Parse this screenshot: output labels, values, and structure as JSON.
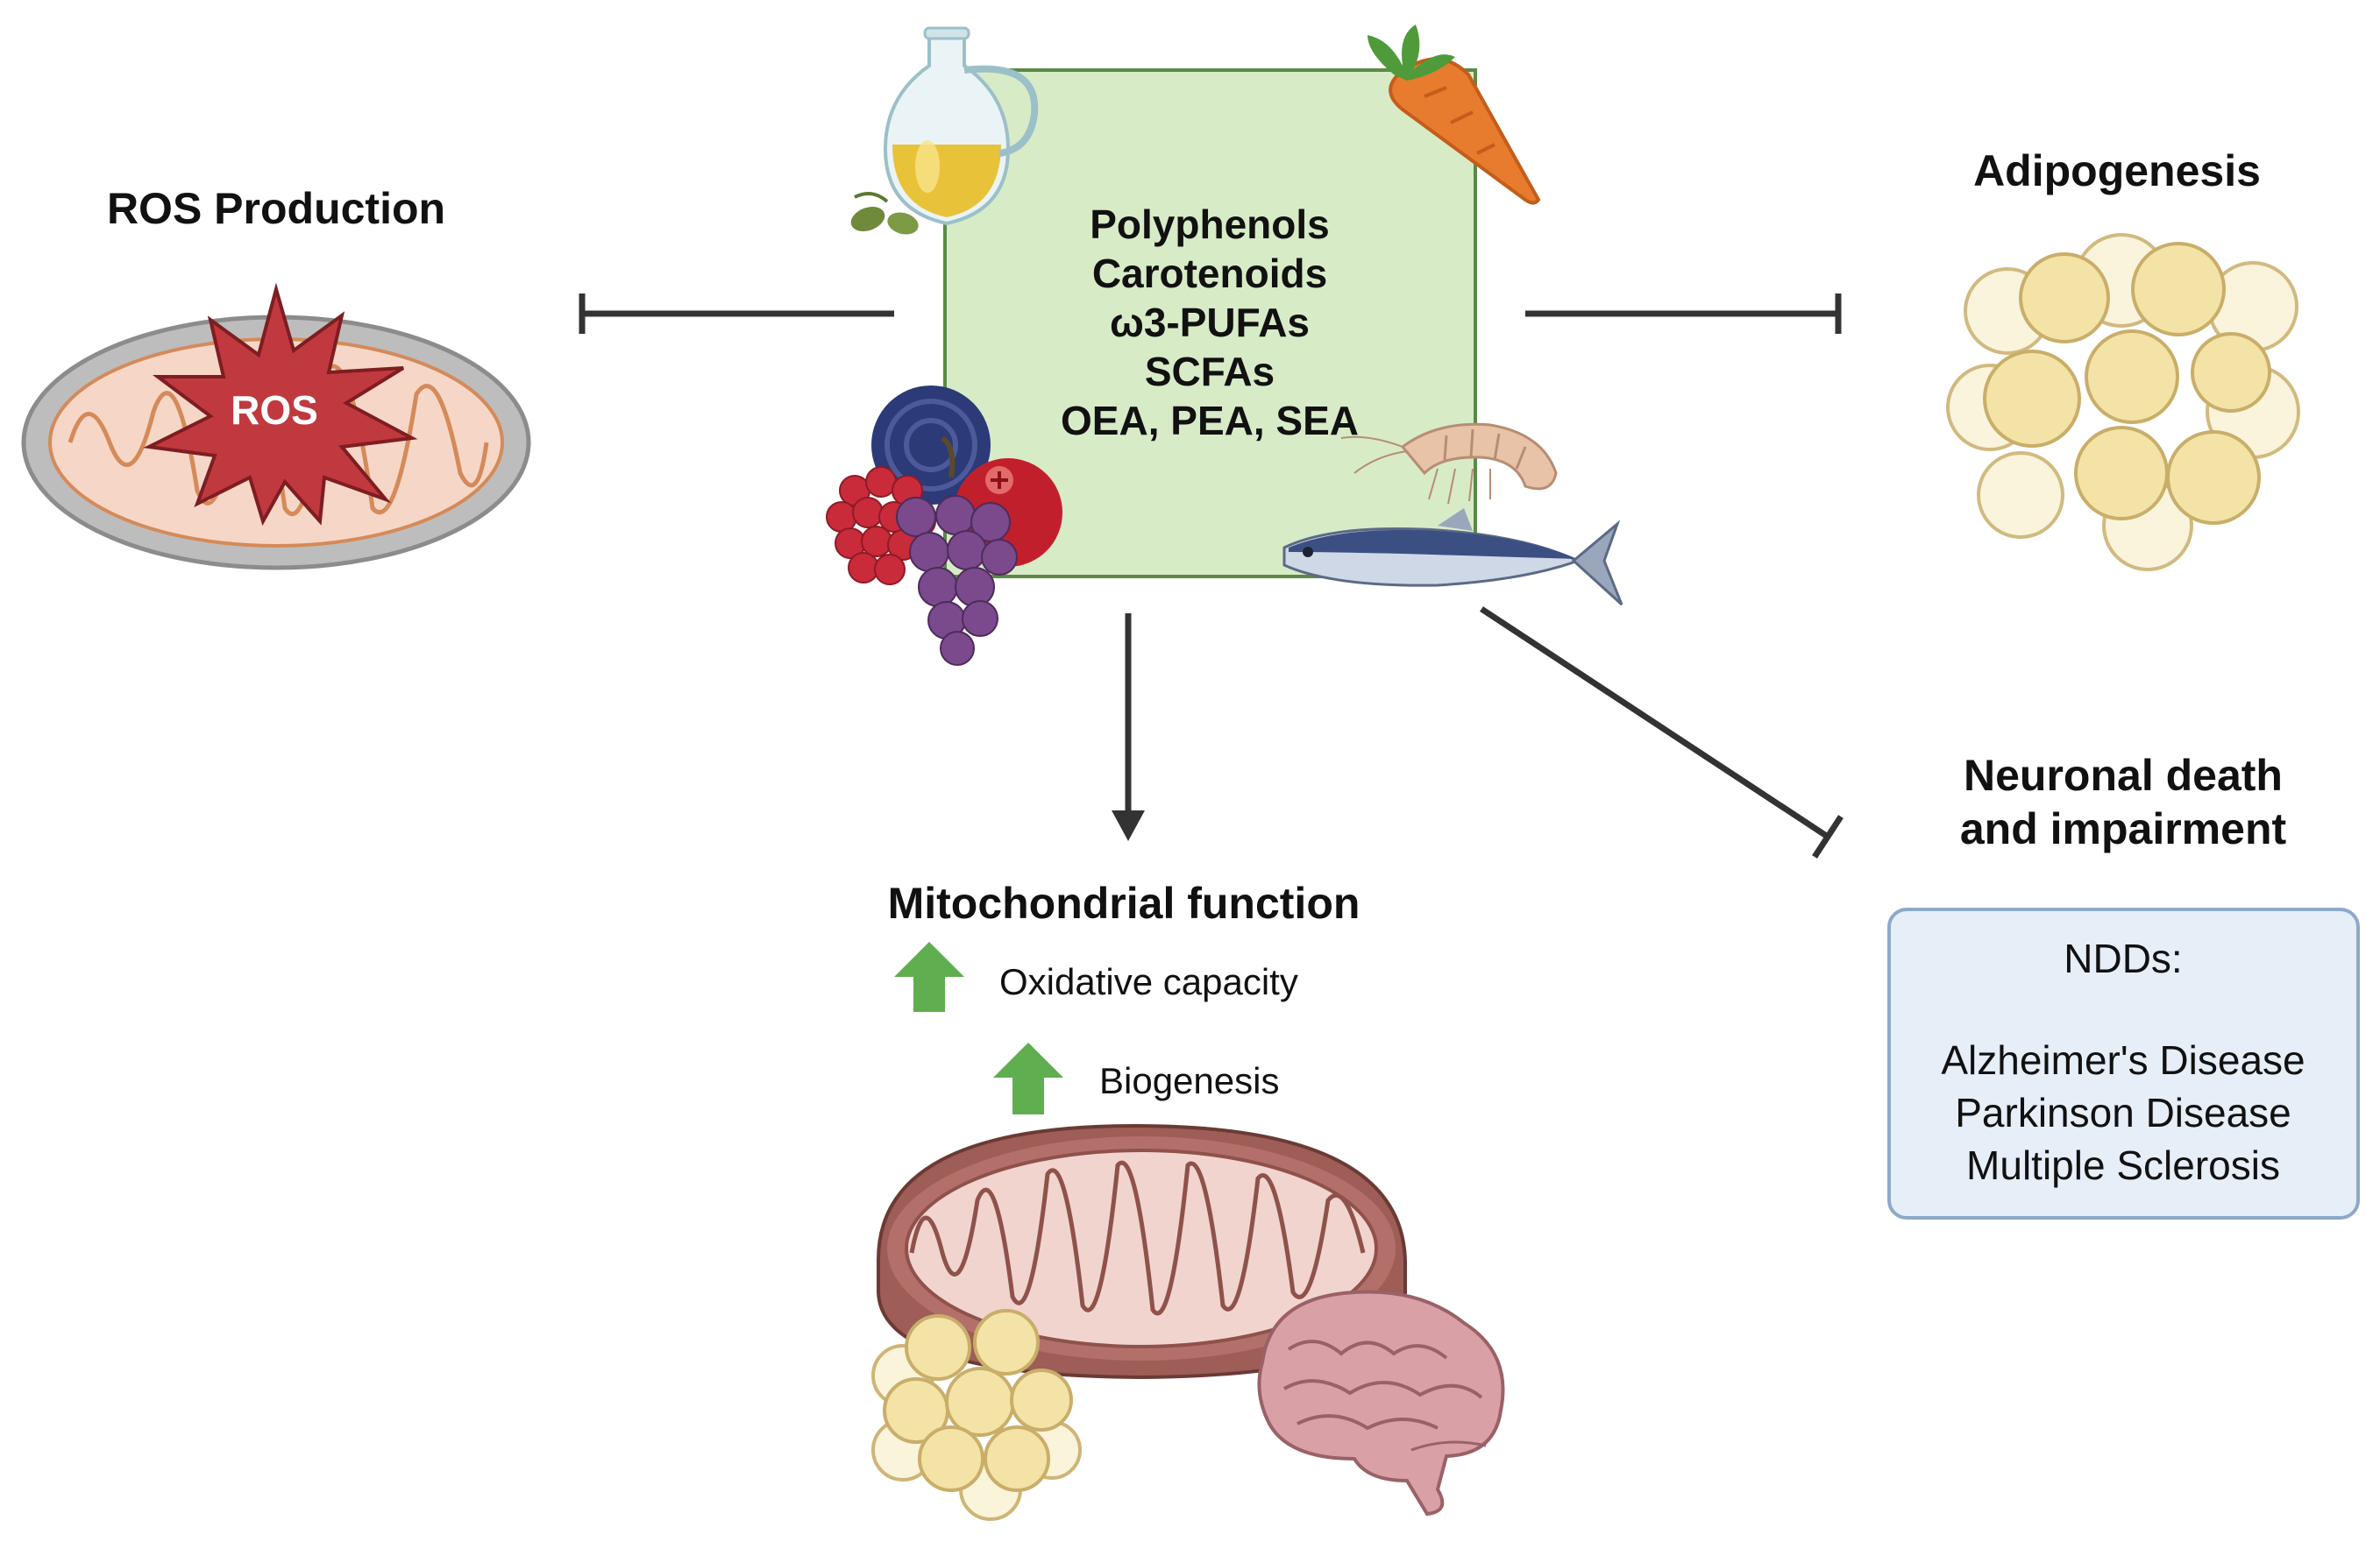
{
  "center_box": {
    "compounds": [
      "Polyphenols",
      "Carotenoids",
      "ω3-PUFAs",
      "SCFAs",
      "OEA, PEA, SEA"
    ]
  },
  "ros": {
    "title": "ROS Production",
    "badge": "ROS"
  },
  "adipogenesis": {
    "title": "Adipogenesis"
  },
  "mitochondrial": {
    "title": "Mitochondrial function",
    "items": [
      "Oxidative capacity",
      "Biogenesis"
    ]
  },
  "neuronal": {
    "title_line1": "Neuronal death",
    "title_line2": "and impairment",
    "ndd_box": {
      "heading": "NDDs:",
      "diseases": [
        "Alzheimer's Disease",
        "Parkinson Disease",
        "Multiple Sclerosis"
      ]
    }
  },
  "colors": {
    "center_fill": "#d7ebc7",
    "center_stroke": "#5b8a46",
    "up_arrow": "#5fae4f",
    "ros_star": "#c0393f",
    "mito_pink": "#f6d7c7",
    "ndd_fill": "#e6eef8",
    "ndd_stroke": "#8ea9c8"
  },
  "icons": [
    "olive-oil-jug-icon",
    "carrot-icon",
    "berries-icon",
    "grapes-icon",
    "shrimp-icon",
    "fish-icon",
    "mitochondrion-icon",
    "adipocyte-cluster-icon",
    "brain-icon",
    "ros-burst-icon",
    "up-arrow-icon",
    "inhibition-arrow-icon",
    "activation-arrow-icon"
  ]
}
